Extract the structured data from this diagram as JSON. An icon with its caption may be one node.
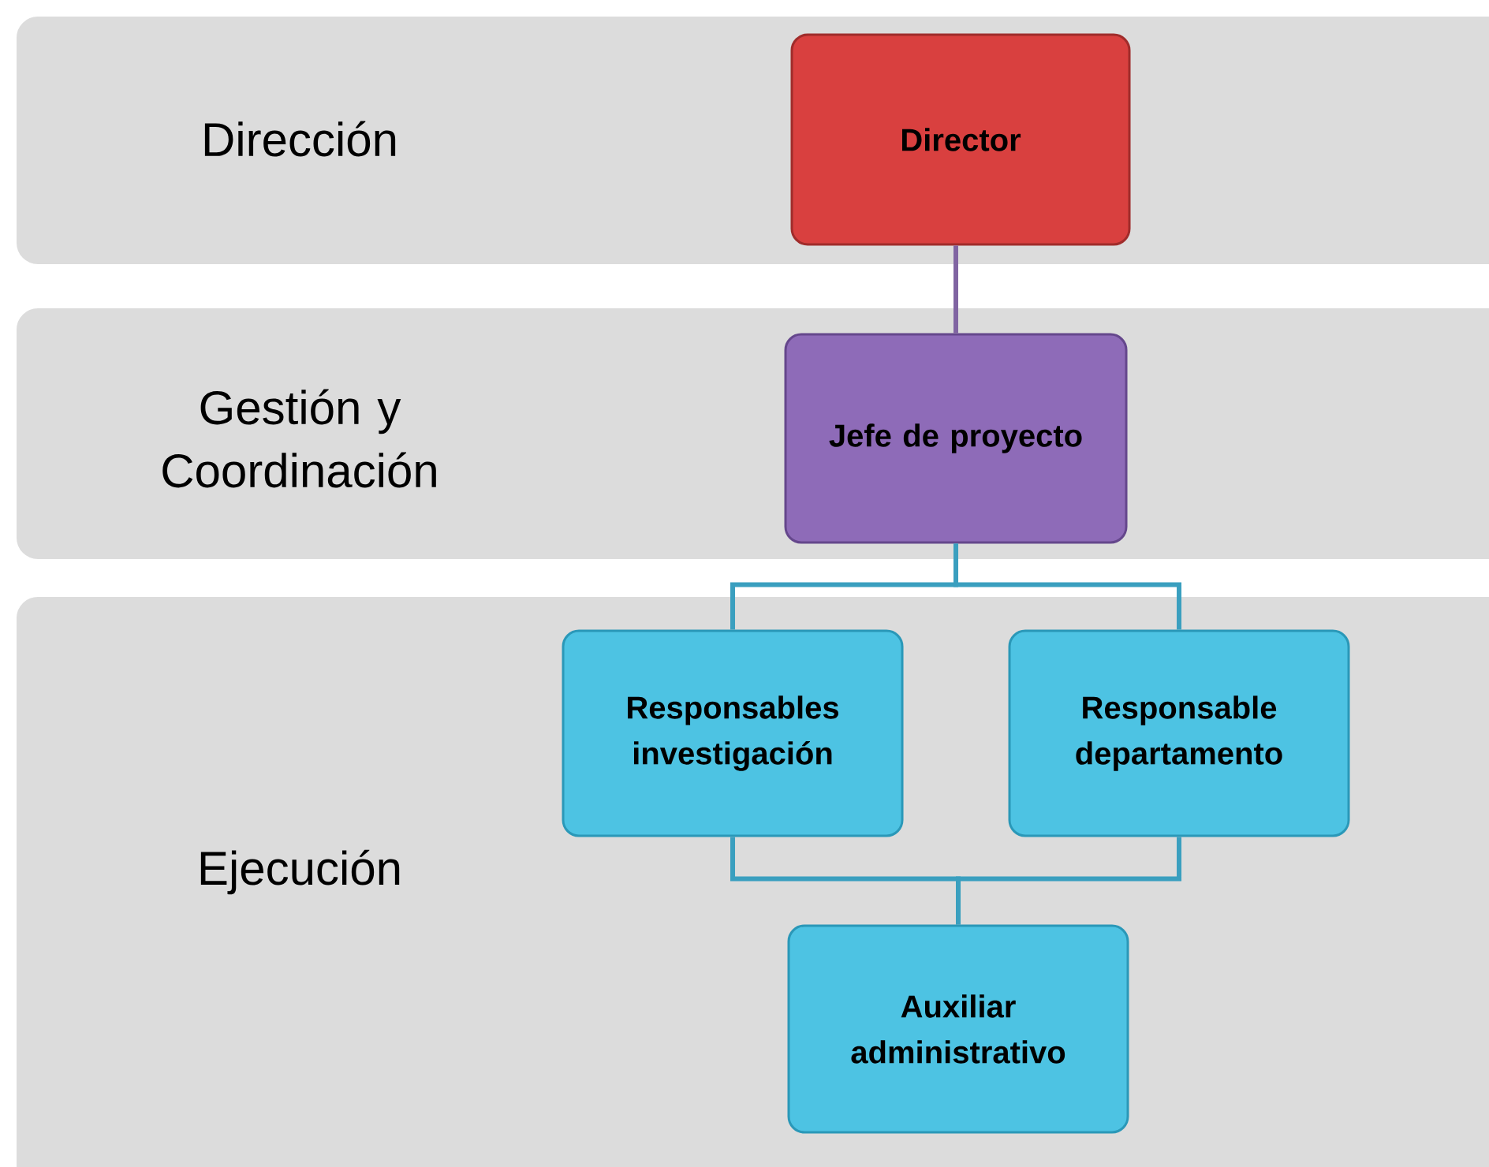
{
  "diagram": {
    "nodes": [
      {
        "text": [
          "Dirección"
        ]
      },
      {
        "text": [
          "Director"
        ],
        "in": 0
      },
      {
        "text": [
          "Gestión y Coordinación"
        ]
      },
      {
        "text": [
          "Jefe de proyecto"
        ],
        "in": 2
      },
      {
        "text": [
          "Ejecución"
        ]
      },
      {
        "text": [
          "Responsables investigación"
        ],
        "in": 4
      },
      {
        "text": [
          "Responsable departamento"
        ],
        "in": 4
      },
      {
        "text": [
          "Auxiliar administrativo"
        ],
        "in": 4
      }
    ],
    "edges": [
      {
        "from": 1,
        "to": 3,
        "arrow": "none",
        "color": "#8064a2"
      },
      {
        "from": 3,
        "to": 5,
        "arrow": "none"
      },
      {
        "from": 3,
        "to": 6,
        "arrow": "none"
      },
      {
        "from": 5,
        "to": 7,
        "arrow": "none"
      },
      {
        "from": 6,
        "to": 7,
        "arrow": "none"
      }
    ]
  }
}
